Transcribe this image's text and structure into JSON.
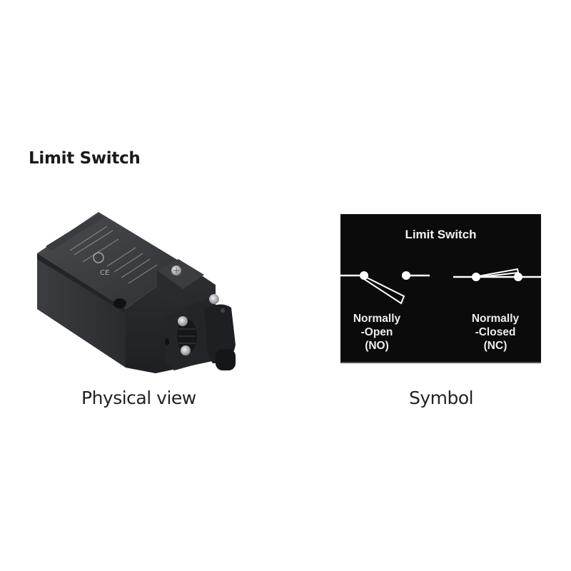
{
  "heading": "Limit Switch",
  "physical": {
    "caption": "Physical view",
    "image_alt": "Black plastic limit switch with roller lever actuator"
  },
  "symbol": {
    "caption": "Symbol",
    "title": "Limit Switch",
    "normally_open": {
      "line1": "Normally",
      "line2": "-Open",
      "line3": "(NO)"
    },
    "normally_closed": {
      "line1": "Normally",
      "line2": "-Closed",
      "line3": "(NC)"
    },
    "colors": {
      "background": "#0b0b0c",
      "foreground": "#ffffff"
    }
  }
}
